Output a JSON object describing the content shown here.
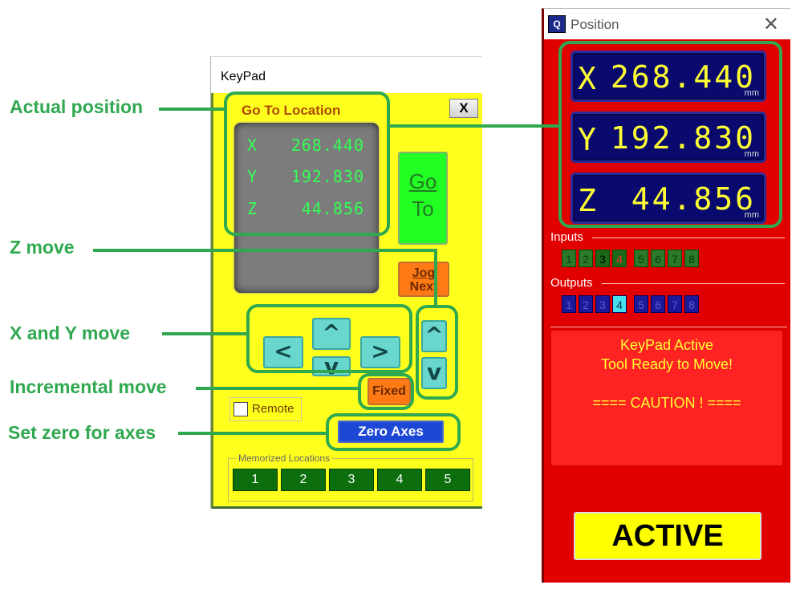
{
  "annotations": {
    "actual_position": "Actual position",
    "z_move": "Z move",
    "xy_move": "X and Y move",
    "incremental_move": "Incremental move",
    "set_zero": "Set zero for axes"
  },
  "keypad": {
    "title": "KeyPad",
    "goto_label": "Go To Location",
    "close_label": "X",
    "lcd": [
      {
        "axis": "X",
        "value": "268.440"
      },
      {
        "axis": "Y",
        "value": "192.830"
      },
      {
        "axis": "Z",
        "value": "44.856"
      }
    ],
    "goto_button": {
      "line1": "Go",
      "line2": "To"
    },
    "jog_button": {
      "line1": "Jog",
      "line2": "Next"
    },
    "arrows": {
      "left": "<",
      "right": ">",
      "up": "^",
      "down": "v",
      "z_up": "^",
      "z_down": "v"
    },
    "fixed_label": "Fixed",
    "remote_label": "Remote",
    "remote_checked": false,
    "zero_axes_label": "Zero Axes",
    "memorized_title": "Memorized Locations",
    "memorized": [
      "1",
      "2",
      "3",
      "4",
      "5"
    ]
  },
  "position": {
    "title": "Position",
    "app_icon": "Q",
    "close_icon": "✕",
    "readouts": [
      {
        "axis": "X",
        "value": "268.440",
        "unit": "mm"
      },
      {
        "axis": "Y",
        "value": "192.830",
        "unit": "mm"
      },
      {
        "axis": "Z",
        "value": "44.856",
        "unit": "mm"
      }
    ],
    "inputs_label": "Inputs",
    "inputs": [
      {
        "n": "1",
        "state": "off"
      },
      {
        "n": "2",
        "state": "off"
      },
      {
        "n": "3",
        "state": "on-dark"
      },
      {
        "n": "4",
        "state": "on-red"
      },
      {
        "n": "5",
        "state": "off"
      },
      {
        "n": "6",
        "state": "off"
      },
      {
        "n": "7",
        "state": "off"
      },
      {
        "n": "8",
        "state": "off"
      }
    ],
    "outputs_label": "Outputs",
    "outputs": [
      {
        "n": "1",
        "state": "off"
      },
      {
        "n": "2",
        "state": "off"
      },
      {
        "n": "3",
        "state": "off"
      },
      {
        "n": "4",
        "state": "on"
      },
      {
        "n": "5",
        "state": "off"
      },
      {
        "n": "6",
        "state": "off"
      },
      {
        "n": "7",
        "state": "off"
      },
      {
        "n": "8",
        "state": "off"
      }
    ],
    "message_lines": [
      "KeyPad Active",
      "Tool Ready to Move!",
      "",
      "==== CAUTION ! ===="
    ],
    "active_label": "ACTIVE"
  },
  "colors": {
    "annotation": "#2fa84f",
    "keypad_bg": "#ffff1e",
    "position_bg": "#e00000",
    "dro_bg": "#0a0a6e",
    "dro_text": "#ffff33"
  }
}
